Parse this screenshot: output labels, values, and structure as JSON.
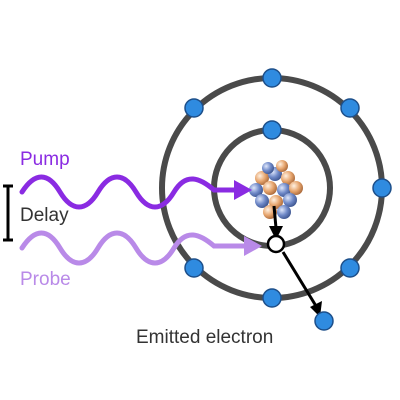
{
  "labels": {
    "pump": "Pump",
    "delay": "Delay",
    "probe": "Probe",
    "emitted_electron": "Emitted electron"
  },
  "colors": {
    "pump": "#8a2be2",
    "probe": "#b98ae8",
    "delay_text": "#333333",
    "emitted_text": "#333333",
    "orbit": "#4a4a4a",
    "electron_fill": "#2f8be0",
    "electron_stroke": "#1d4f8a",
    "vacancy_fill": "#ffffff",
    "arrow": "#000000",
    "nucleon_blue": "#5d79b9",
    "nucleon_orange": "#e4a16d"
  }
}
